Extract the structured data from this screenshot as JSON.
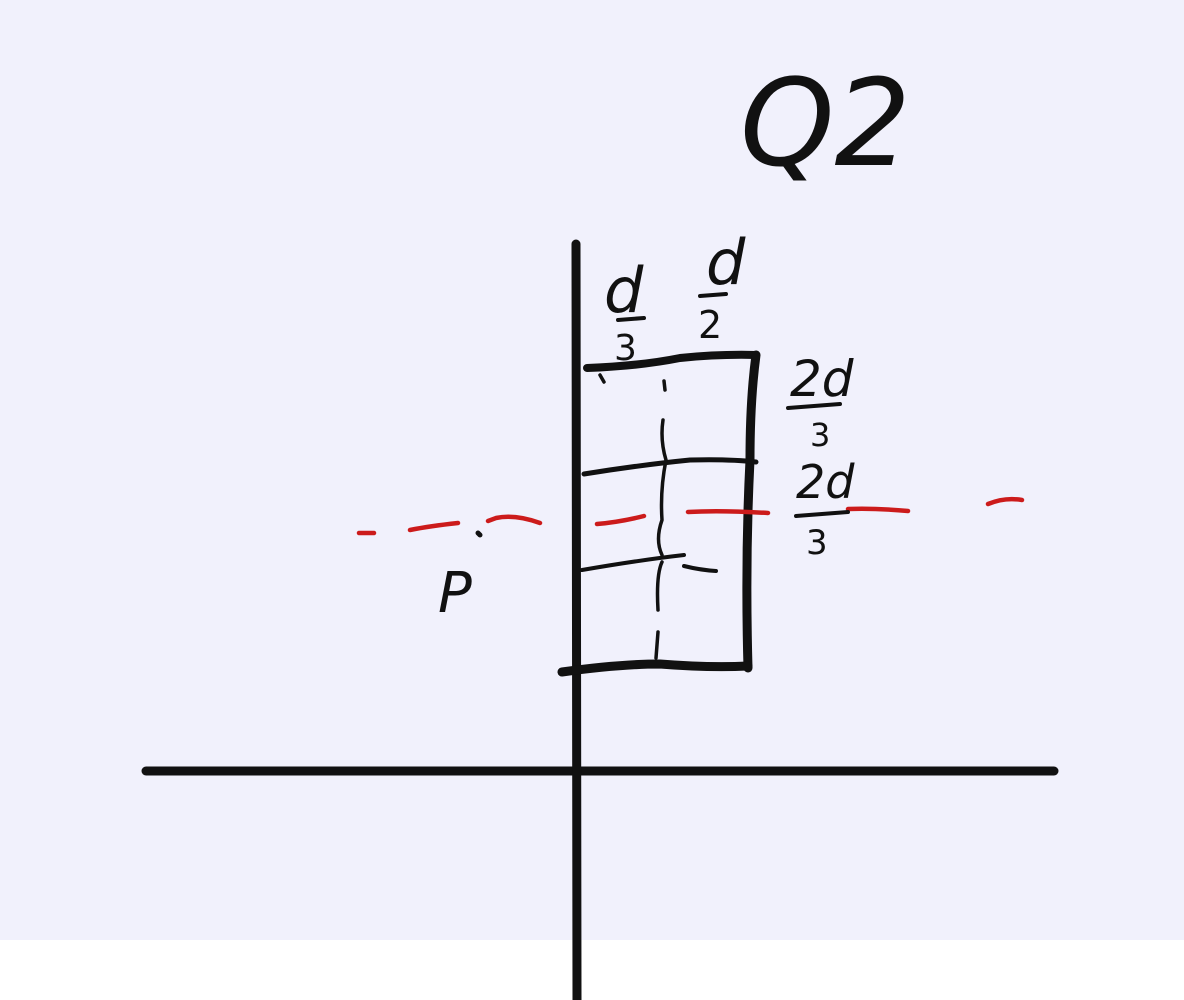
{
  "colors": {
    "background": "#f1f1fc",
    "ink": "#111111",
    "accent_line": "#cc1b1b"
  },
  "labels": {
    "title": "Q2",
    "left_top": "d/3",
    "right_top": "d/2",
    "side_upper": "2d/3",
    "side_lower": "2d/3",
    "point": "P"
  },
  "fractions": {
    "left_top": {
      "num": "d",
      "den": "3"
    },
    "right_top": {
      "num": "d",
      "den": "2"
    },
    "side_upper": {
      "num": "2d",
      "den": "3"
    },
    "side_lower": {
      "num": "2d",
      "den": "3"
    }
  }
}
